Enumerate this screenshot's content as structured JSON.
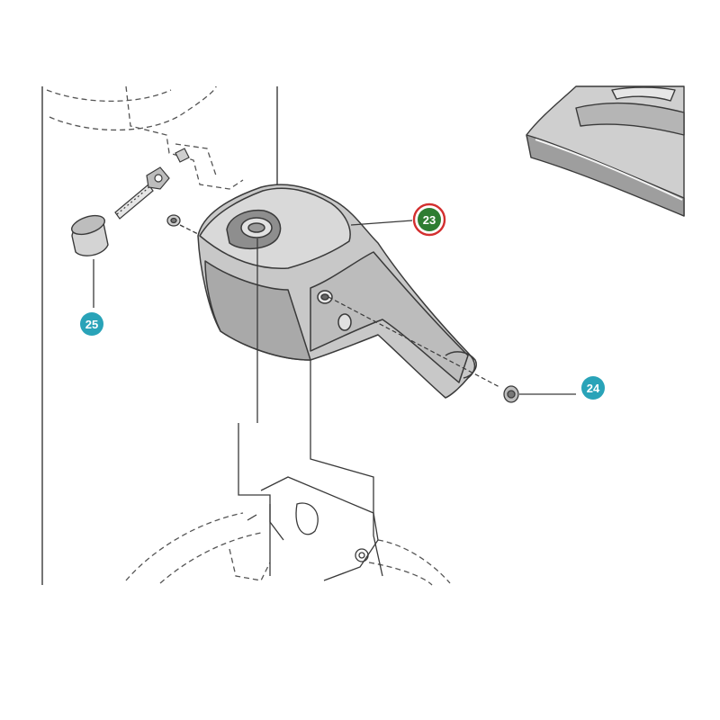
{
  "callouts": [
    {
      "id": "23",
      "label": "23",
      "fill": "#2e7d32",
      "ring": "#d32f2f",
      "highlighted": true
    },
    {
      "id": "24",
      "label": "24",
      "fill": "#29a3b8",
      "highlighted": false
    },
    {
      "id": "25",
      "label": "25",
      "fill": "#29a3b8",
      "highlighted": false
    }
  ],
  "colors": {
    "line": "#3a3a3a",
    "part_fill": "#c9c9c9",
    "part_shadow": "#9e9e9e",
    "dash": "#555555"
  }
}
